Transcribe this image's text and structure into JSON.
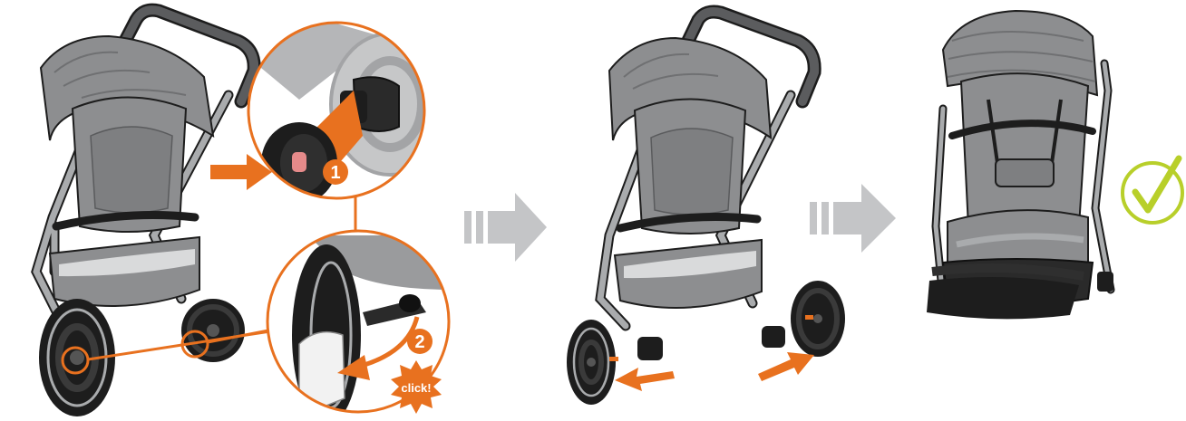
{
  "steps": {
    "step1_marker": "1",
    "step2_marker": "2",
    "click_label": "click!"
  },
  "colors": {
    "accent": "#e8711f",
    "frame": "#a9abad",
    "fabric": "#8d8e90",
    "fabric_dark": "#6f7072",
    "outline": "#1d1d1d",
    "arrow_grey": "#c4c5c7",
    "check": "#b8cf2a"
  },
  "icons": {
    "next_arrow": "striped-right-arrow-icon",
    "success": "check-circle-icon"
  }
}
